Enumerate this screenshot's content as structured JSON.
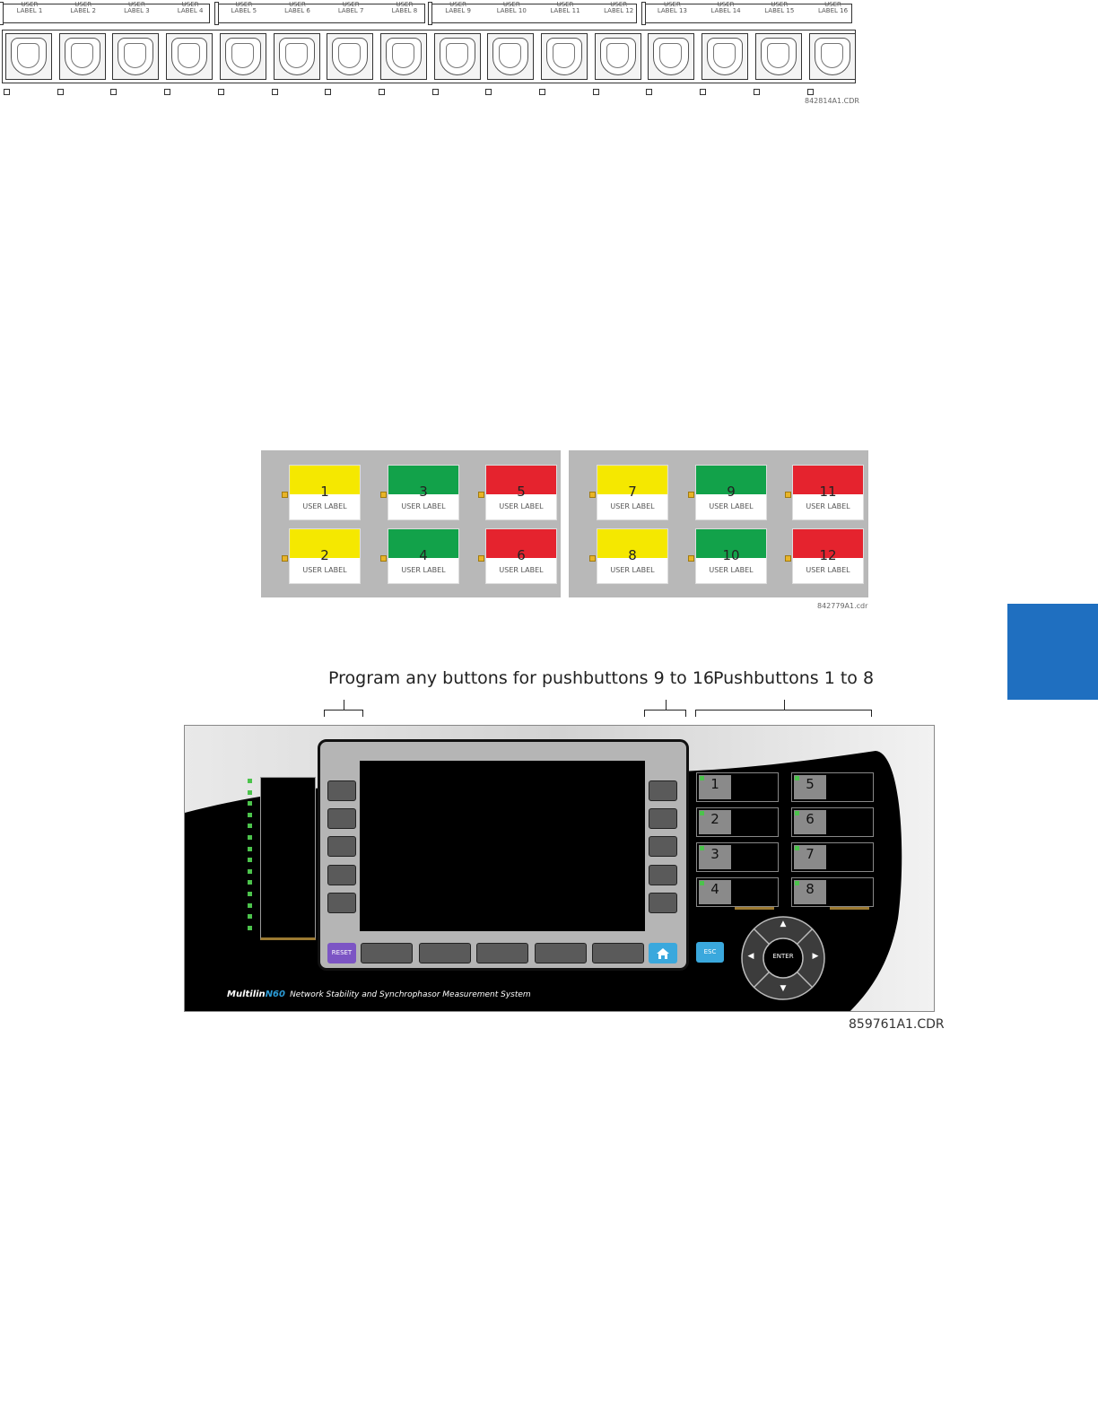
{
  "figure1": {
    "labels": [
      "USER\nLABEL 1",
      "USER\nLABEL 2",
      "USER\nLABEL 3",
      "USER\nLABEL 4",
      "USER\nLABEL 5",
      "USER\nLABEL 6",
      "USER\nLABEL 7",
      "USER\nLABEL 8",
      "USER\nLABEL 9",
      "USER\nLABEL 10",
      "USER\nLABEL 11",
      "USER\nLABEL 12",
      "USER\nLABEL 13",
      "USER\nLABEL 14",
      "USER\nLABEL 15",
      "USER\nLABEL 16"
    ],
    "code": "842814A1.CDR"
  },
  "figure2": {
    "code": "842779A1.cdr",
    "cell_label": "USER LABEL",
    "colors": {
      "yellow": "#f5e800",
      "green": "#12a24a",
      "red": "#e5232e"
    },
    "cells": [
      {
        "number": "1",
        "color": "yellow"
      },
      {
        "number": "3",
        "color": "green"
      },
      {
        "number": "5",
        "color": "red"
      },
      {
        "number": "2",
        "color": "yellow"
      },
      {
        "number": "4",
        "color": "green"
      },
      {
        "number": "6",
        "color": "red"
      },
      {
        "number": "7",
        "color": "yellow"
      },
      {
        "number": "9",
        "color": "green"
      },
      {
        "number": "11",
        "color": "red"
      },
      {
        "number": "8",
        "color": "yellow"
      },
      {
        "number": "10",
        "color": "green"
      },
      {
        "number": "12",
        "color": "red"
      }
    ]
  },
  "figure3": {
    "caption_left": "Program any buttons for pushbuttons 9 to 16",
    "caption_right": "Pushbuttons 1 to 8",
    "reset_label": "RESET",
    "esc_label": "ESC",
    "enter_label": "ENTER",
    "brand": "Multilin",
    "model": "N60",
    "product": "Network Stability and Synchrophasor Measurement System",
    "pushbuttons": [
      "1",
      "2",
      "3",
      "4",
      "5",
      "6",
      "7",
      "8"
    ],
    "code": "859761A1.CDR",
    "colors": {
      "reset": "#7c55c4",
      "esc": "#3aa8dd",
      "home": "#3aa8dd",
      "accent": "#2b9bd6"
    }
  },
  "side_tab_color": "#1f6fc0"
}
